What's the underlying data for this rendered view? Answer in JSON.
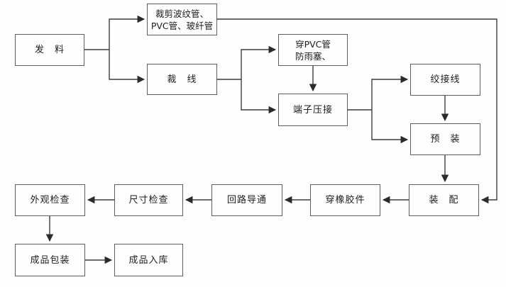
{
  "diagram": {
    "title": "",
    "type": "process-flowchart",
    "background_color": "#fefefe",
    "line_color": "#3c3c3c",
    "box_border_color": "#5d5d5d",
    "text_color": "#1c1c1c",
    "nodes": {
      "fa_liao": {
        "label": "发　料"
      },
      "cai_jian_guan": {
        "lines": [
          "裁剪波纹管、",
          "PVC管、玻纤管"
        ]
      },
      "cai_xian": {
        "label": "裁　线"
      },
      "chuan_pvc": {
        "lines": [
          "穿PVC管",
          "防雨塞、"
        ]
      },
      "duan_zi_ya_jie": {
        "label": "端子压接"
      },
      "jiao_jie_xian": {
        "label": "绞接线"
      },
      "yu_zhuang": {
        "label": "预　装"
      },
      "zhuang_pei": {
        "label": "装　配"
      },
      "chuan_xiang_jiao_jian": {
        "label": "穿橡胶件"
      },
      "hui_lu_dao_tong": {
        "label": "回路导通"
      },
      "chi_cun_jian_cha": {
        "label": "尺寸检查"
      },
      "wai_guan_jian_cha": {
        "label": "外观检查"
      },
      "cheng_pin_bao_zhuang": {
        "label": "成品包装"
      },
      "cheng_pin_ru_ku": {
        "label": "成品入库"
      }
    },
    "edges": [
      {
        "from": "fa_liao",
        "to": "cai_jian_guan"
      },
      {
        "from": "fa_liao",
        "to": "cai_xian"
      },
      {
        "from": "cai_jian_guan",
        "to": "zhuang_pei"
      },
      {
        "from": "cai_xian",
        "to": "chuan_pvc"
      },
      {
        "from": "cai_xian",
        "to": "duan_zi_ya_jie"
      },
      {
        "from": "chuan_pvc",
        "to": "duan_zi_ya_jie"
      },
      {
        "from": "duan_zi_ya_jie",
        "to": "jiao_jie_xian"
      },
      {
        "from": "duan_zi_ya_jie",
        "to": "yu_zhuang"
      },
      {
        "from": "jiao_jie_xian",
        "to": "yu_zhuang"
      },
      {
        "from": "yu_zhuang",
        "to": "zhuang_pei"
      },
      {
        "from": "zhuang_pei",
        "to": "chuan_xiang_jiao_jian"
      },
      {
        "from": "chuan_xiang_jiao_jian",
        "to": "hui_lu_dao_tong"
      },
      {
        "from": "hui_lu_dao_tong",
        "to": "chi_cun_jian_cha"
      },
      {
        "from": "chi_cun_jian_cha",
        "to": "wai_guan_jian_cha"
      },
      {
        "from": "wai_guan_jian_cha",
        "to": "cheng_pin_bao_zhuang"
      },
      {
        "from": "cheng_pin_bao_zhuang",
        "to": "cheng_pin_ru_ku"
      }
    ]
  }
}
